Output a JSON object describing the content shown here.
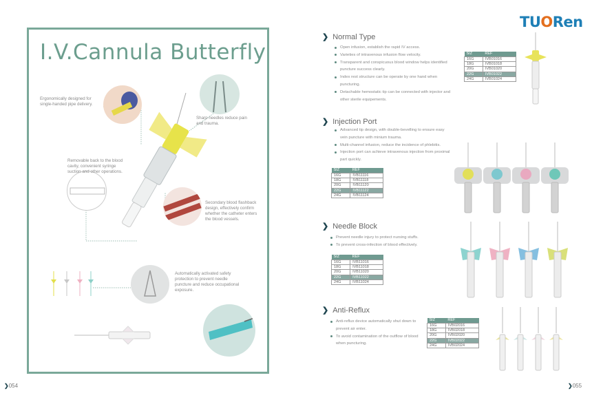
{
  "left": {
    "title": "I.V.Cannula Butterfly",
    "notes": {
      "ergonomic": "Ergonomically designed for single-handed pipe delivery.",
      "sharp": "Sharp needles reduce pain and trauma.",
      "removable": "Removable back to the blood cavity, convenient syringe suction and other operations.",
      "flashback": "Secondary blood flashback design, effectively confirm whether the catheter enters the blood vessels.",
      "safety": "Automatically activated safety protection to prevent needle puncture and reduce occupational exposure."
    },
    "page_number": "054"
  },
  "right": {
    "brand": {
      "part1": "TU",
      "part2": "O",
      "part3": "Ren"
    },
    "page_number": "055",
    "sections": [
      {
        "title": "Normal Type",
        "bullets": [
          "Open infusion, establish the rapid IV access.",
          "Varieties of intravenous infusion flow velocity.",
          "Transparent and conspicuous blood window helps identified puncture success clearly.",
          "Index rest structure can be operate by one hand when puncturing.",
          "Detachable hemostatic tip can be connected with injector and other sterile equipements."
        ],
        "table": {
          "headers": [
            "SIZ",
            "REF"
          ],
          "rows": [
            [
              "16G",
              "IVB01016"
            ],
            [
              "18G",
              "IVB01018"
            ],
            [
              "20G",
              "IVB01020"
            ],
            [
              "22G",
              "IVB01022"
            ],
            [
              "24G",
              "IVB01024"
            ]
          ]
        }
      },
      {
        "title": "Injection Port",
        "bullets": [
          "Advanced tip design, with double-bevelling to ensure easy vein puncture with minium trauma.",
          "Multi-channel infusion, reduce the incidence of phlebitis.",
          "Injection port can achieve intravenous injection from proximal part quickly."
        ],
        "table": {
          "headers": [
            "SIZ",
            "REF"
          ],
          "rows": [
            [
              "16G",
              "IVB11116"
            ],
            [
              "18G",
              "IVB11118"
            ],
            [
              "20G",
              "IVB11120"
            ],
            [
              "22G",
              "IVB11122"
            ],
            [
              "24G",
              "IVB11124"
            ]
          ]
        }
      },
      {
        "title": "Needle Block",
        "bullets": [
          "Prevent needle injury to protect nursing stuffs.",
          "To prevent cross-infection of blood effectively."
        ],
        "table": {
          "headers": [
            "SIZ",
            "REF"
          ],
          "rows": [
            [
              "16G",
              "IVB11016"
            ],
            [
              "18G",
              "IVB11018"
            ],
            [
              "20G",
              "IVB11020"
            ],
            [
              "22G",
              "IVB11022"
            ],
            [
              "24G",
              "IVB11024"
            ]
          ]
        }
      },
      {
        "title": "Anti-Reflux",
        "bullets": [
          "Anti-reflux device automatically shut down to prevent air enter.",
          "To avoid contamination of the outflow of blood when puncturing."
        ],
        "table": {
          "headers": [
            "SIZ",
            "REF"
          ],
          "rows": [
            [
              "16G",
              "IVB02016"
            ],
            [
              "18G",
              "IVB02018"
            ],
            [
              "20G",
              "IVB02020"
            ],
            [
              "22G",
              "IVB02022"
            ],
            [
              "24G",
              "IVB02024"
            ]
          ]
        }
      }
    ]
  },
  "colors": {
    "accent": "#6f9a90",
    "frame": "#7aa899",
    "brand_blue": "#1e7fb6",
    "brand_orange": "#e36f1e"
  }
}
